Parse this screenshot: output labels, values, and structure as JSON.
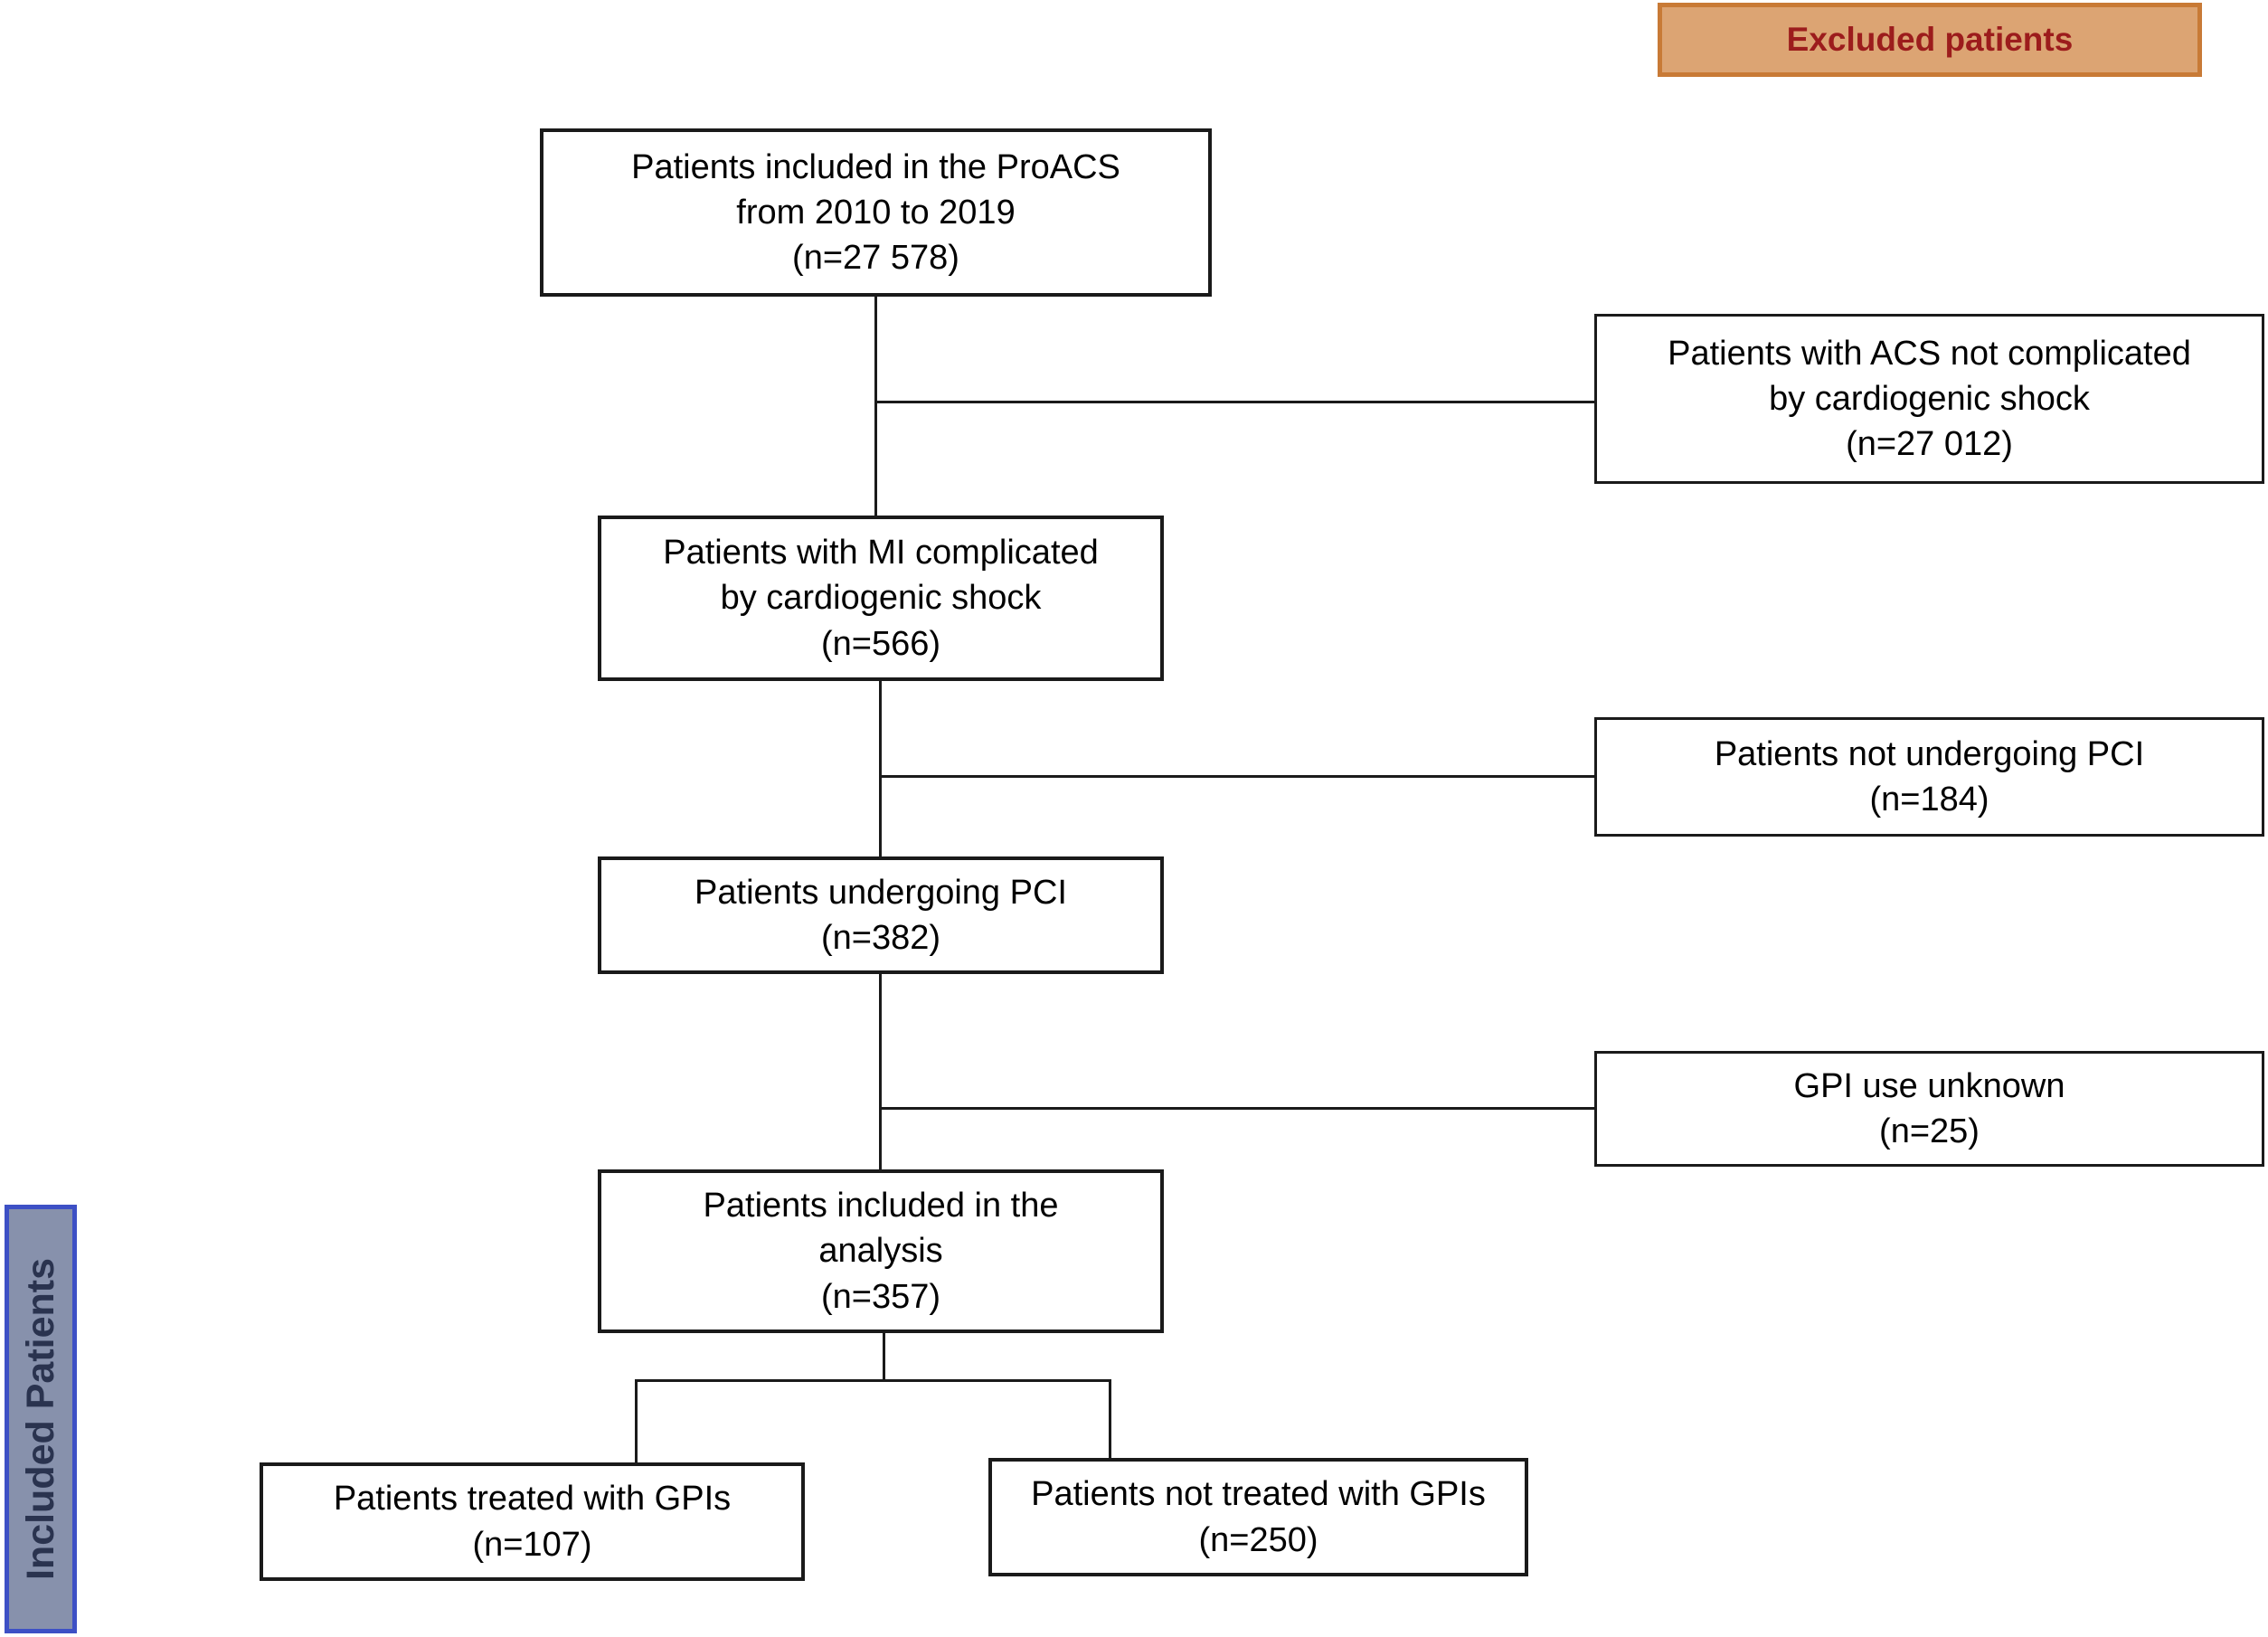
{
  "legend": {
    "excluded_label": "Excluded patients",
    "included_label": "Included Patients"
  },
  "flow": {
    "main_boxes": [
      {
        "id": "proacs-cohort",
        "text": "Patients included in the ProACS\nfrom 2010 to 2019\n(n=27 578)"
      },
      {
        "id": "mi-cardiogenic-shock",
        "text": "Patients with MI complicated\nby cardiogenic shock\n(n=566)"
      },
      {
        "id": "undergoing-pci",
        "text": "Patients undergoing PCI\n(n=382)"
      },
      {
        "id": "included-analysis",
        "text": "Patients included in the\nanalysis\n(n=357)"
      },
      {
        "id": "treated-gpis",
        "text": "Patients treated with GPIs\n(n=107)"
      },
      {
        "id": "not-treated-gpis",
        "text": "Patients not treated with GPIs\n(n=250)"
      }
    ],
    "exclusion_boxes": [
      {
        "id": "acs-not-complicated",
        "text": "Patients with ACS not complicated\nby cardiogenic shock\n(n=27 012)"
      },
      {
        "id": "not-undergoing-pci",
        "text": "Patients not undergoing PCI\n(n=184)"
      },
      {
        "id": "gpi-use-unknown",
        "text": "GPI use unknown\n(n=25)"
      }
    ]
  },
  "colors": {
    "excluded-fill": "#dca473",
    "excluded-border": "#c87a36",
    "excluded-text": "#9c1c1c",
    "included-fill": "#8791ac",
    "included-border": "#3d50c5",
    "included-text": "#2a334f",
    "box-border": "#1a1a1a",
    "line-color": "#1a1a1a"
  }
}
